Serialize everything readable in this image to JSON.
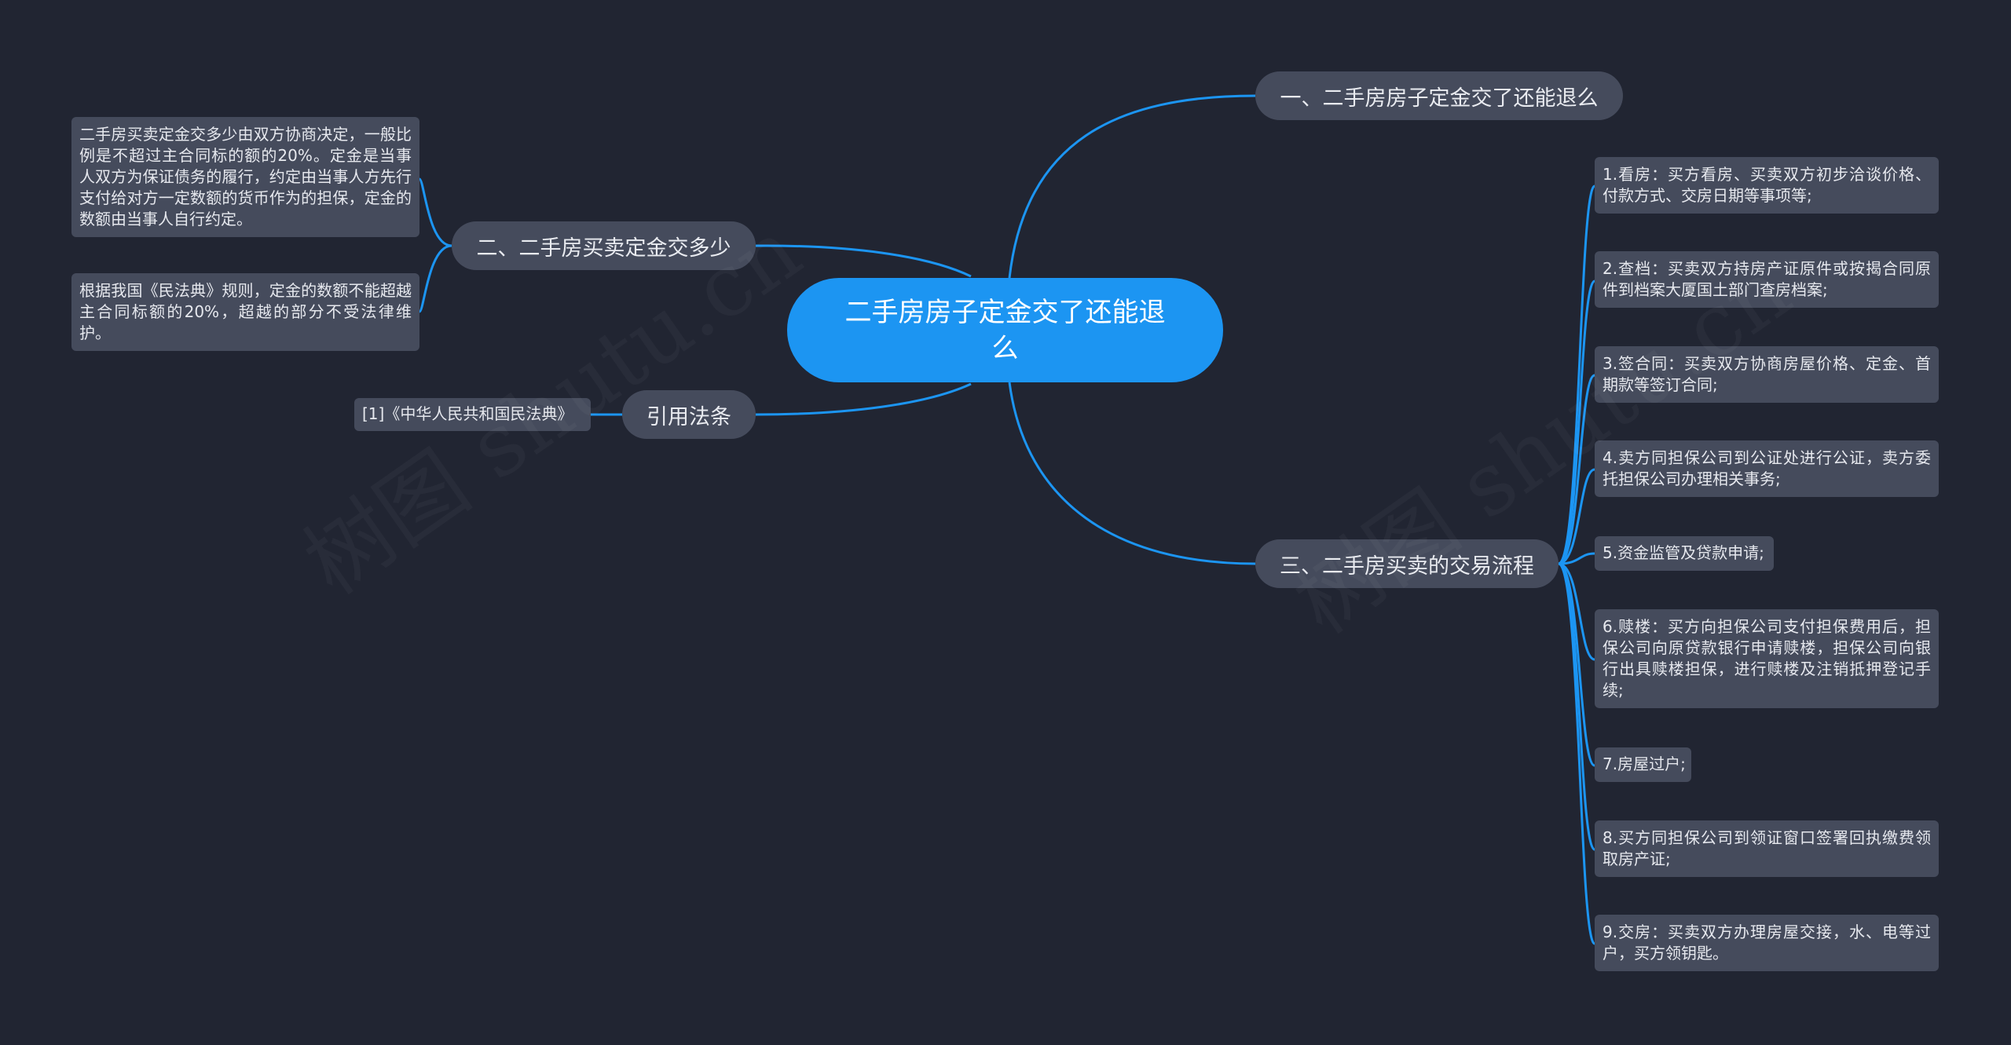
{
  "root": {
    "title": "二手房房子定金交了还能退么"
  },
  "branches": {
    "b1": {
      "label": "一、二手房房子定金交了还能退么"
    },
    "b2": {
      "label": "二、二手房买卖定金交多少",
      "leaves": [
        "二手房买卖定金交多少由双方协商决定，一般比例是不超过主合同标的额的20%。定金是当事人双方为保证债务的履行，约定由当事人方先行支付给对方一定数额的货币作为的担保，定金的数额由当事人自行约定。",
        "根据我国《民法典》规则，定金的数额不能超越主合同标额的20%，超越的部分不受法律维护。"
      ]
    },
    "b3": {
      "label": "引用法条",
      "leaves": [
        "[1]《中华人民共和国民法典》"
      ]
    },
    "b4": {
      "label": "三、二手房买卖的交易流程",
      "leaves": [
        "1.看房：买方看房、买卖双方初步洽谈价格、付款方式、交房日期等事项等;",
        "2.查档：买卖双方持房产证原件或按揭合同原件到档案大厦国土部门查房档案;",
        "3.签合同：买卖双方协商房屋价格、定金、首期款等签订合同;",
        "4.卖方同担保公司到公证处进行公证，卖方委托担保公司办理相关事务;",
        "5.资金监管及贷款申请;",
        "6.赎楼：买方向担保公司支付担保费用后，担保公司向原贷款银行申请赎楼，担保公司向银行出具赎楼担保，进行赎楼及注销抵押登记手续;",
        "7.房屋过户;",
        "8.买方同担保公司到领证窗口签署回执缴费领取房产证;",
        "9.交房：买卖双方办理房屋交接，水、电等过户，买方领钥匙。"
      ]
    }
  },
  "colors": {
    "background": "#212532",
    "root": "#1c95f2",
    "node": "#454b5c",
    "link": "#1c95f2"
  }
}
